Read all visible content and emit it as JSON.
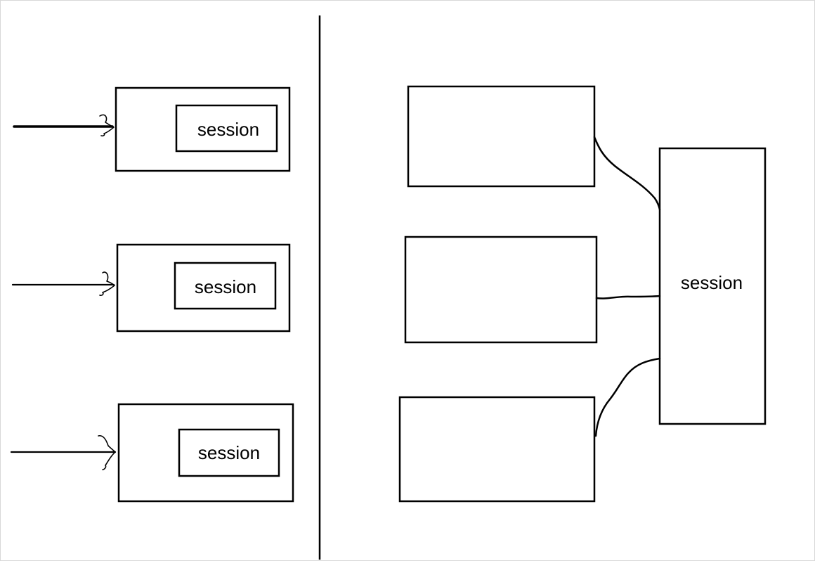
{
  "diagram": {
    "left": {
      "servers": [
        {
          "session_label": "session"
        },
        {
          "session_label": "session"
        },
        {
          "session_label": "session"
        }
      ]
    },
    "right": {
      "shared_session_label": "session"
    }
  },
  "colors": {
    "stroke": "#000000",
    "background": "#ffffff",
    "frame": "#d8d8d8"
  }
}
